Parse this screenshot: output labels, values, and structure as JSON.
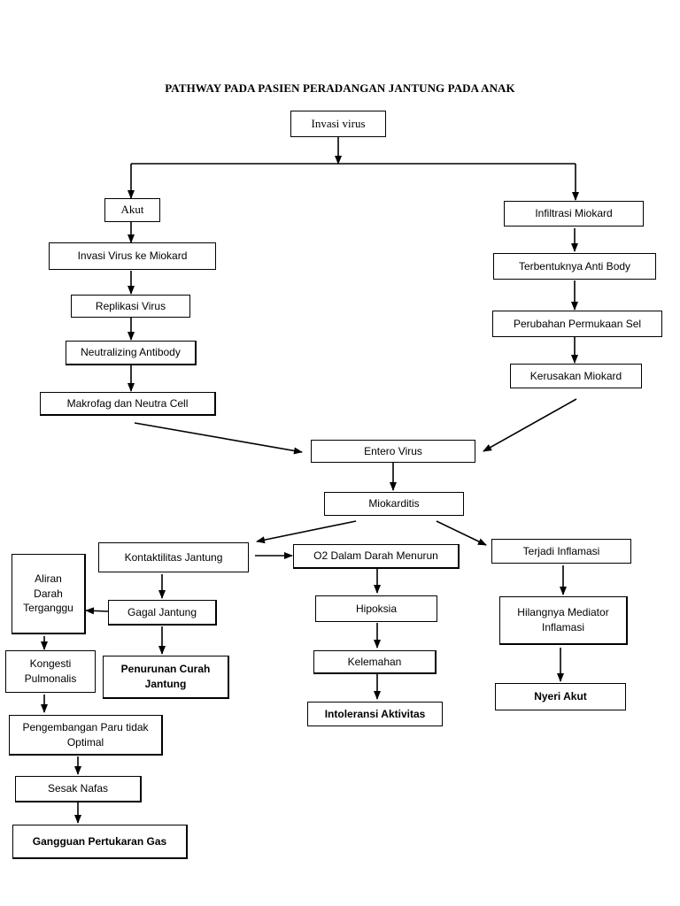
{
  "title": "PATHWAY PADA PASIEN PERADANGAN JANTUNG PADA ANAK",
  "nodes": {
    "invasi_virus": "Invasi virus",
    "akut": "Akut",
    "infiltrasi_miokard": "Infiltrasi Miokard",
    "invasi_virus_ke_miokard": "Invasi Virus ke Miokard",
    "terbentuknya_anti_body": "Terbentuknya Anti Body",
    "replikasi_virus": "Replikasi Virus",
    "perubahan_permukaan_sel": "Perubahan Permukaan Sel",
    "neutralizing_antibody": "Neutralizing Antibody",
    "kerusakan_miokard": "Kerusakan Miokard",
    "makrofag_neutra_cell": "Makrofag dan Neutra Cell",
    "entero_virus": "Entero Virus",
    "miokarditis": "Miokarditis",
    "aliran_darah_terganggu": "Aliran Darah Terganggu",
    "kontaktilitas_jantung": "Kontaktilitas Jantung",
    "o2_dalam_darah_menurun": "O2 Dalam Darah Menurun",
    "terjadi_inflamasi": "Terjadi Inflamasi",
    "gagal_jantung": "Gagal Jantung",
    "hipoksia": "Hipoksia",
    "hilangnya_mediator_inflamasi": "Hilangnya Mediator Inflamasi",
    "kongesti_pulmonalis": "Kongesti Pulmonalis",
    "penurunan_curah_jantung": "Penurunan Curah Jantung",
    "kelemahan": "Kelemahan",
    "intoleransi_aktivitas": "Intoleransi Aktivitas",
    "nyeri_akut": "Nyeri Akut",
    "pengembangan_paru": "Pengembangan Paru tidak Optimal",
    "sesak_nafas": "Sesak Nafas",
    "gangguan_pertukaran_gas": "Gangguan Pertukaran Gas"
  },
  "colors": {
    "line": "#000000",
    "box_border": "#000000",
    "background": "#ffffff"
  }
}
